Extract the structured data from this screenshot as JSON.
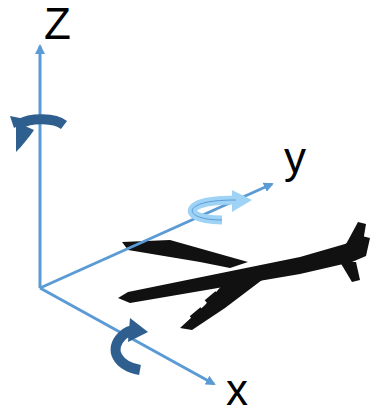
{
  "diagram": {
    "labels": [
      "Z",
      "y",
      "x"
    ]
  }
}
